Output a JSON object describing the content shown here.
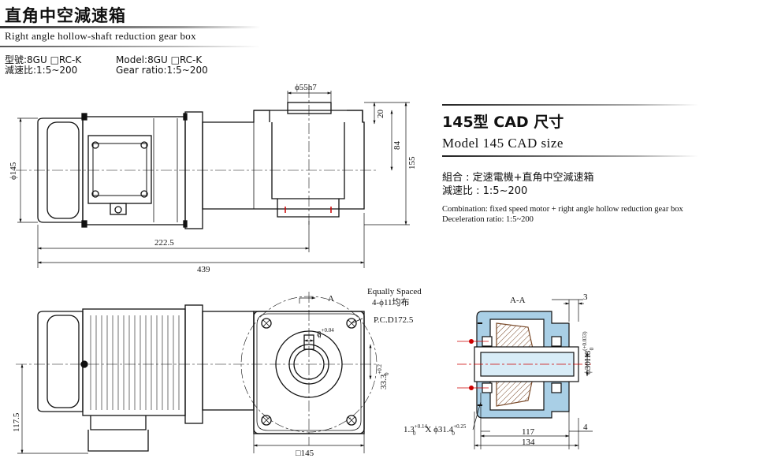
{
  "header": {
    "title_zh": "直角中空減速箱",
    "title_en": "Right angle hollow-shaft    reduction gear box"
  },
  "model": {
    "zh_model": "型號:8GU □RC-K",
    "zh_ratio": "減速比:1:5~200",
    "en_model": "Model:8GU □RC-K",
    "en_ratio": "Gear ratio:1:5~200"
  },
  "spec": {
    "title_zh": "145型 CAD 尺寸",
    "title_en": "Model 145 CAD size",
    "combo_zh": "組合 : 定速電機+直角中空減速箱",
    "ratio_zh": "減速比 : 1:5~200",
    "combo_en": "Combination: fixed speed motor + right angle hollow reduction gear box",
    "ratio_en": "Deceleration ratio: 1:5~200"
  },
  "dims": {
    "bore": "ϕ55h7",
    "d20": "20",
    "d84": "84",
    "d155": "155",
    "d145": "ϕ145",
    "d222": "222.5",
    "d439": "439",
    "d117": "117.5",
    "sq145": "□145",
    "key8": "8",
    "key8_tol": "+0.04",
    "key8_tol_low": "0",
    "d333": "33.3",
    "d333_tol": "+0.2",
    "d333_tol_low": "0",
    "sec_a": "A",
    "sec_aa": "A-A",
    "equal": "Equally Spaced",
    "holes": "4-ϕ11均布",
    "pcd": "P.C.D172.5",
    "snap": "1.3",
    "snap_tol": "+0.14",
    "snap_tol_low": "0",
    "snap_x": "X ϕ31.4",
    "snap_x_tol": "+0.25",
    "snap_x_tol_low": "0",
    "d3": "3",
    "d4": "4",
    "d117b": "117",
    "d134": "134",
    "d30h8": "ϕ30H8",
    "d30h8_tol": "(+0.033)",
    "d30h8_tol_low": "0"
  }
}
